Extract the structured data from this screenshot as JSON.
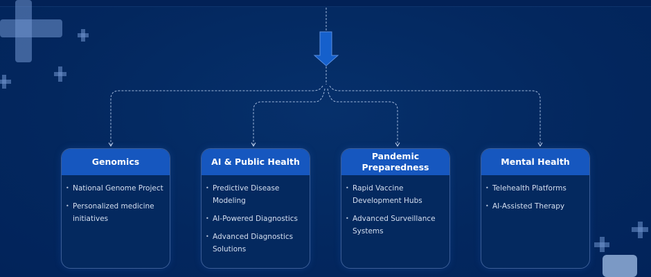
{
  "cards": [
    {
      "title": "Genomics",
      "items": [
        "National Genome Project",
        "Personalized medicine initiatives"
      ]
    },
    {
      "title": "AI & Public Health",
      "items": [
        "Predictive Disease Modeling",
        "AI-Powered Diagnostics",
        "Advanced Diagnostics Solutions"
      ]
    },
    {
      "title": "Pandemic Preparedness",
      "items": [
        "Rapid Vaccine Development Hubs",
        "Advanced Surveillance Systems"
      ]
    },
    {
      "title": "Mental Health",
      "items": [
        "Telehealth Platforms",
        "AI-Assisted Therapy"
      ]
    }
  ],
  "colors": {
    "background": "#03275e",
    "header": "#1657bf",
    "arrow": "#1560cc"
  }
}
